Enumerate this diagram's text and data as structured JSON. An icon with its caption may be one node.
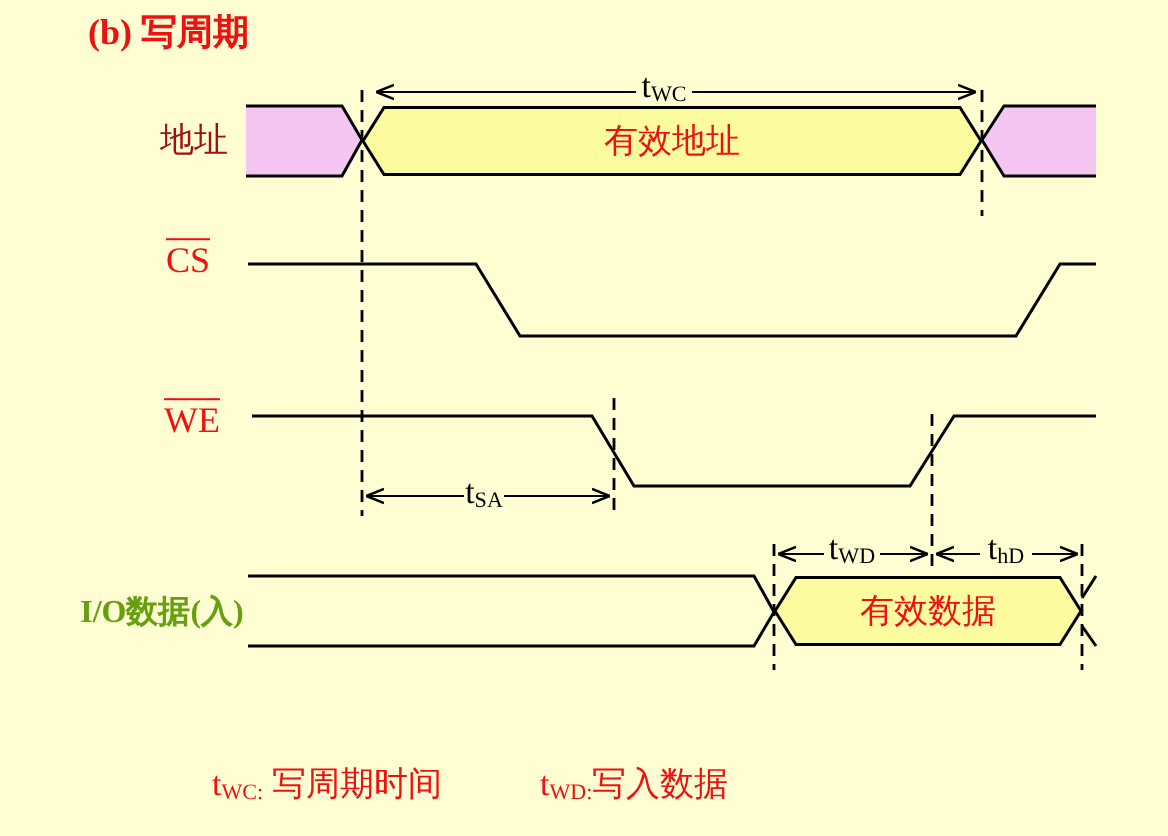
{
  "diagram": {
    "title": "(b) 写周期",
    "nodes": [
      {
        "text": [
          "有效地址"
        ]
      },
      {
        "text": [
          "有效数据"
        ]
      }
    ],
    "labels": [
      "地址",
      "CS",
      "WE",
      "I/O数据(入)",
      "t$_{WC}$",
      "t$_{SA}$",
      "t$_{WD}$",
      "t$_{hD}$",
      "t$_{WC:}$ 写周期时间",
      "t$_{WD:}$写入数据"
    ]
  }
}
